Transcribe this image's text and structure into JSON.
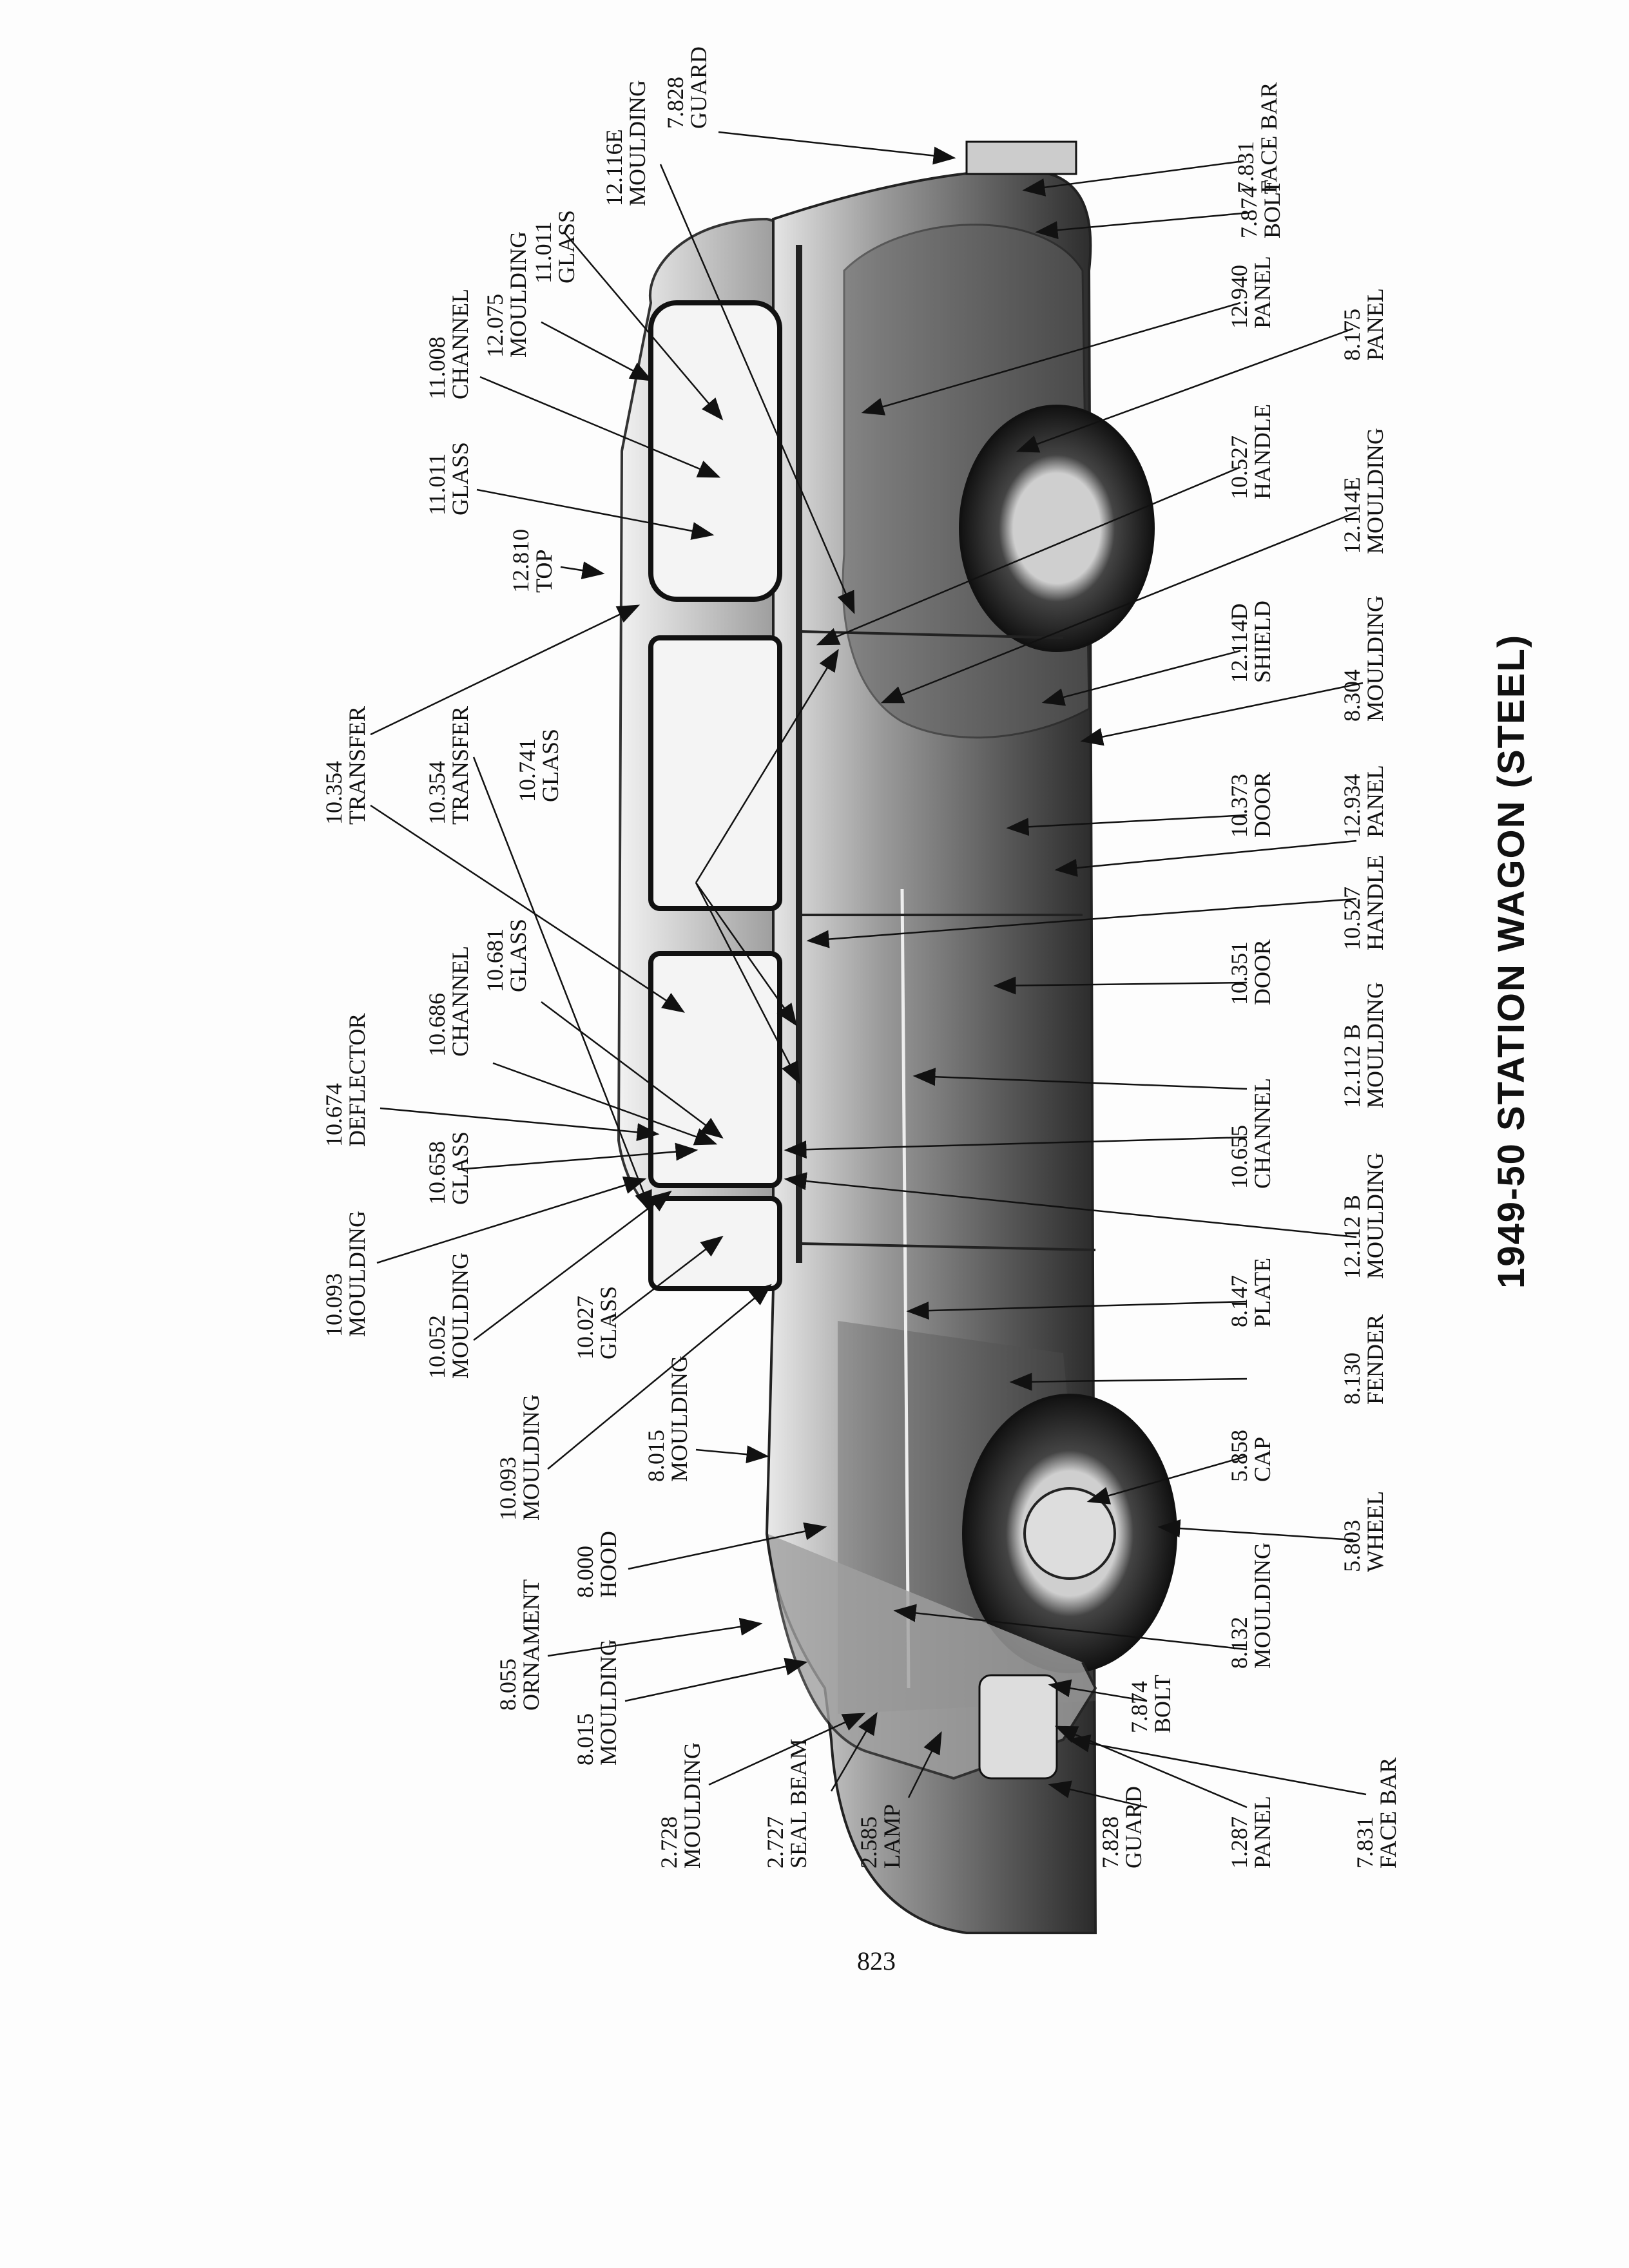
{
  "title": "1949-50 STATION WAGON (STEEL)",
  "page_number": "823",
  "parts": [
    {
      "id": "p1",
      "number": "12.116E",
      "name": "MOULDING"
    },
    {
      "id": "p2",
      "number": "7.828",
      "name": "GUARD"
    },
    {
      "id": "p3",
      "number": "7.831",
      "name": "FACE BAR"
    },
    {
      "id": "p4",
      "number": "11.011",
      "name": "GLASS"
    },
    {
      "id": "p5",
      "number": "7.874",
      "name": "BOLT"
    },
    {
      "id": "p6",
      "number": "12.075",
      "name": "MOULDING"
    },
    {
      "id": "p7",
      "number": "12.940",
      "name": "PANEL"
    },
    {
      "id": "p8",
      "number": "11.008",
      "name": "CHANNEL"
    },
    {
      "id": "p9",
      "number": "8.175",
      "name": "PANEL"
    },
    {
      "id": "p10",
      "number": "11.011",
      "name": "GLASS"
    },
    {
      "id": "p11",
      "number": "10.527",
      "name": "HANDLE"
    },
    {
      "id": "p12",
      "number": "12.810",
      "name": "TOP"
    },
    {
      "id": "p13",
      "number": "12.114E",
      "name": "MOULDING"
    },
    {
      "id": "p14",
      "number": "12.114D",
      "name": "SHIELD"
    },
    {
      "id": "p15",
      "number": "8.304",
      "name": "MOULDING"
    },
    {
      "id": "p16",
      "number": "10.354",
      "name": "TRANSFER"
    },
    {
      "id": "p17",
      "number": "10.354",
      "name": "TRANSFER"
    },
    {
      "id": "p18",
      "number": "10.741",
      "name": "GLASS"
    },
    {
      "id": "p19",
      "number": "10.373",
      "name": "DOOR"
    },
    {
      "id": "p20",
      "number": "12.934",
      "name": "PANEL"
    },
    {
      "id": "p21",
      "number": "10.527",
      "name": "HANDLE"
    },
    {
      "id": "p22",
      "number": "10.681",
      "name": "GLASS"
    },
    {
      "id": "p23",
      "number": "10.686",
      "name": "CHANNEL"
    },
    {
      "id": "p24",
      "number": "10.351",
      "name": "DOOR"
    },
    {
      "id": "p25",
      "number": "10.674",
      "name": "DEFLECTOR"
    },
    {
      "id": "p26",
      "number": "12.112 B",
      "name": "MOULDING"
    },
    {
      "id": "p27",
      "number": "10.655",
      "name": "CHANNEL"
    },
    {
      "id": "p28",
      "number": "10.658",
      "name": "GLASS"
    },
    {
      "id": "p29",
      "number": "12.112 B",
      "name": "MOULDING"
    },
    {
      "id": "p30",
      "number": "10.093",
      "name": "MOULDING"
    },
    {
      "id": "p31",
      "number": "10.052",
      "name": "MOULDING"
    },
    {
      "id": "p32",
      "number": "10.027",
      "name": "GLASS"
    },
    {
      "id": "p33",
      "number": "8.147",
      "name": "PLATE"
    },
    {
      "id": "p34",
      "number": "8.130",
      "name": "FENDER"
    },
    {
      "id": "p35",
      "number": "10.093",
      "name": "MOULDING"
    },
    {
      "id": "p36",
      "number": "8.015",
      "name": "MOULDING"
    },
    {
      "id": "p37",
      "number": "5.858",
      "name": "CAP"
    },
    {
      "id": "p38",
      "number": "5.803",
      "name": "WHEEL"
    },
    {
      "id": "p39",
      "number": "8.000",
      "name": "HOOD"
    },
    {
      "id": "p40",
      "number": "8.055",
      "name": "ORNAMENT"
    },
    {
      "id": "p41",
      "number": "8.132",
      "name": "MOULDING"
    },
    {
      "id": "p42",
      "number": "8.015",
      "name": "MOULDING"
    },
    {
      "id": "p43",
      "number": "7.874",
      "name": "BOLT"
    },
    {
      "id": "p44",
      "number": "2.728",
      "name": "MOULDING"
    },
    {
      "id": "p45",
      "number": "2.727",
      "name": "SEAL BEAM"
    },
    {
      "id": "p46",
      "number": "2.585",
      "name": "LAMP"
    },
    {
      "id": "p47",
      "number": "7.828",
      "name": "GUARD"
    },
    {
      "id": "p48",
      "number": "1.287",
      "name": "PANEL"
    },
    {
      "id": "p49",
      "number": "7.831",
      "name": "FACE BAR"
    }
  ]
}
